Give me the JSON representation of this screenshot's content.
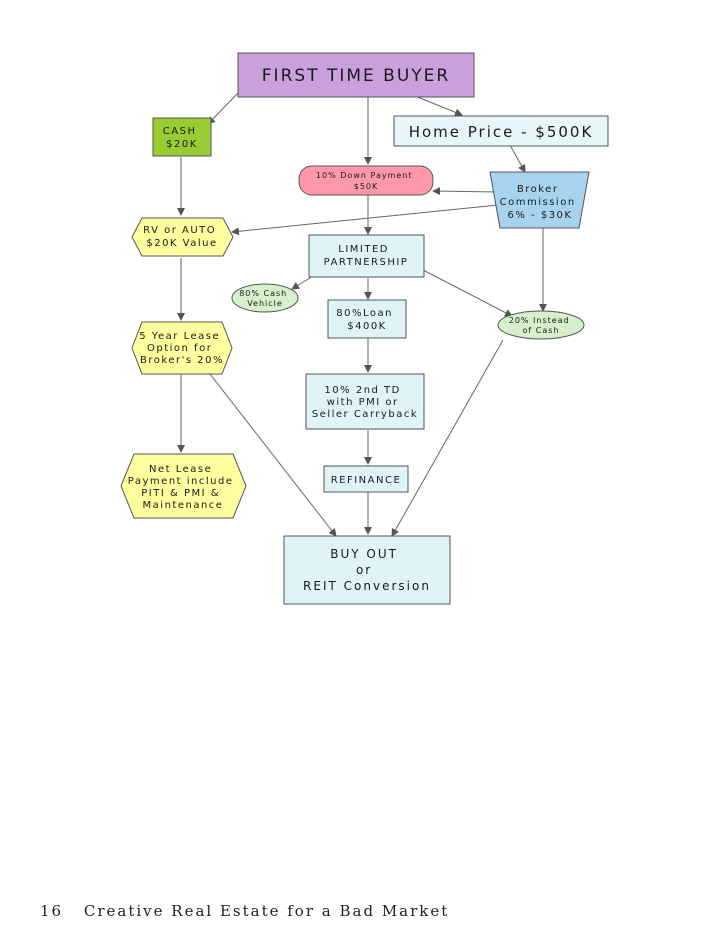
{
  "colors": {
    "purple": "#c9a0dc",
    "green": "#99cc33",
    "pink": "#ff99aa",
    "blue": "#a8d3f0",
    "cyan": "#e0f3f7",
    "yellow": "#ffffa0",
    "lightgreen": "#d6f0cc",
    "stroke": "#555555"
  },
  "nodes": {
    "first_time_buyer": [
      "FIRST TIME BUYER"
    ],
    "cash": [
      "CASH",
      "$20K"
    ],
    "home_price": [
      "Home Price - $500K"
    ],
    "down_payment": [
      "10% Down Payment",
      "$50K"
    ],
    "broker_commission": [
      "Broker",
      "Commission",
      "6% - $30K"
    ],
    "rv_auto": [
      "RV or AUTO",
      "$20K Value"
    ],
    "limited_partnership": [
      "LIMITED",
      "PARTNERSHIP"
    ],
    "cash_vehicle": [
      "80% Cash",
      "Vehicle"
    ],
    "loan": [
      "80%Loan",
      "$400K"
    ],
    "instead_of_cash": [
      "20% Instead",
      "of Cash"
    ],
    "lease_option": [
      "5 Year Lease",
      "Option for",
      "Broker's 20%"
    ],
    "second_td": [
      "10% 2nd TD",
      "with PMI or",
      "Seller Carryback"
    ],
    "net_lease": [
      "Net Lease",
      "Payment include",
      "PITI & PMI &",
      "Maintenance"
    ],
    "refinance": [
      "REFINANCE"
    ],
    "buy_out": [
      "BUY OUT",
      "or",
      "REIT Conversion"
    ]
  },
  "footer": {
    "page_number": "16",
    "book_title": "Creative Real Estate for a Bad Market"
  }
}
